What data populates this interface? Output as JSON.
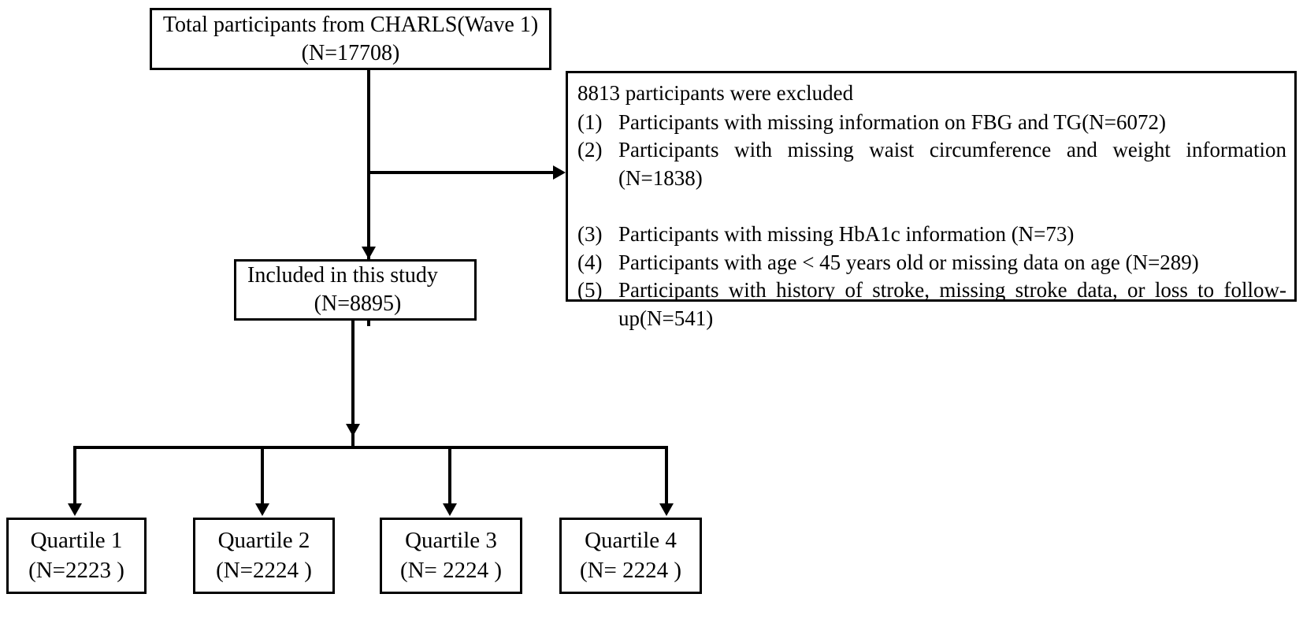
{
  "figure": {
    "type": "flowchart",
    "title": "Study participant selection flow diagram"
  },
  "nodes": {
    "total": {
      "line1": "Total participants from CHARLS(Wave 1)",
      "line2": "(N=17708)"
    },
    "excluded": {
      "heading": "8813 participants were excluded",
      "items": [
        {
          "marker": "(1)",
          "text": "Participants with missing information on FBG and TG(N=6072)"
        },
        {
          "marker": "(2)",
          "text": "Participants with missing waist circumference and weight information (N=1838)"
        },
        {
          "marker": "(3)",
          "text": "Participants with missing HbA1c information (N=73)"
        },
        {
          "marker": "(4)",
          "text": "Participants with age < 45 years old or missing data on age (N=289)"
        },
        {
          "marker": "(5)",
          "text": "Participants with history of stroke, missing stroke data, or loss to follow-up(N=541)"
        }
      ]
    },
    "included": {
      "line1": "Included in this study",
      "line2": "(N=8895)"
    },
    "quartiles": [
      {
        "label": "Quartile 1",
        "count": "(N=2223 )"
      },
      {
        "label": "Quartile 2",
        "count": "(N=2224 )"
      },
      {
        "label": "Quartile 3",
        "count": "(N= 2224 )"
      },
      {
        "label": "Quartile 4",
        "count": "(N= 2224 )"
      }
    ]
  },
  "colors": {
    "stroke": "#000000",
    "background": "#ffffff",
    "text": "#000000"
  }
}
